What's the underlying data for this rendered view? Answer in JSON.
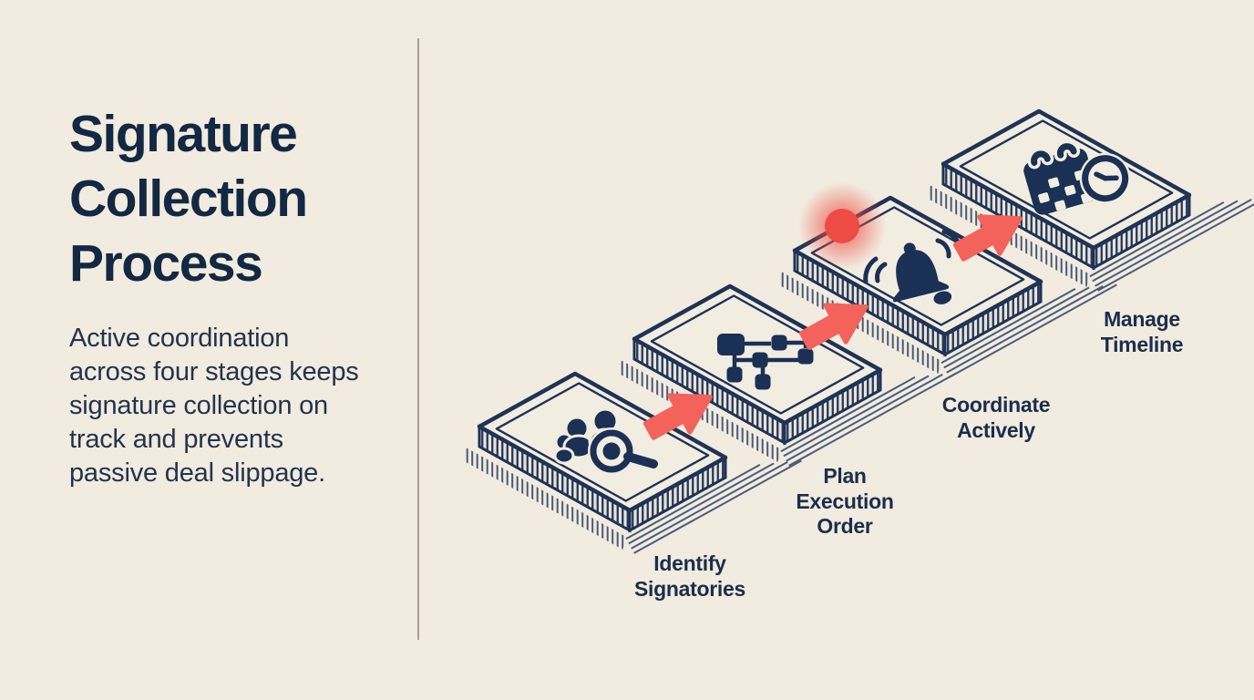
{
  "left_panel": {
    "title": "Signature Collection Process",
    "title_lines": [
      "Signature",
      "Collection",
      "Process"
    ],
    "description": "Active coordination across four stages keeps signature collection on track and prevents passive deal slippage.",
    "description_lines": [
      "Active coordination",
      "across four stages keeps",
      "signature collection on",
      "track and prevents",
      "passive deal slippage."
    ]
  },
  "process": {
    "stages": [
      {
        "label": "Identify Signatories",
        "icon": "people-search-icon"
      },
      {
        "label": "Plan Execution Order",
        "icon": "flowchart-icon"
      },
      {
        "label": "Coordinate Actively",
        "icon": "alert-bell-icon"
      },
      {
        "label": "Manage Timeline",
        "icon": "calendar-clock-icon"
      }
    ]
  },
  "colors": {
    "background": "#f1ecdf",
    "navy": "#1e3356",
    "accent_red": "#f3635b",
    "glow_red": "#ee4b45",
    "divider": "#a8a092"
  }
}
